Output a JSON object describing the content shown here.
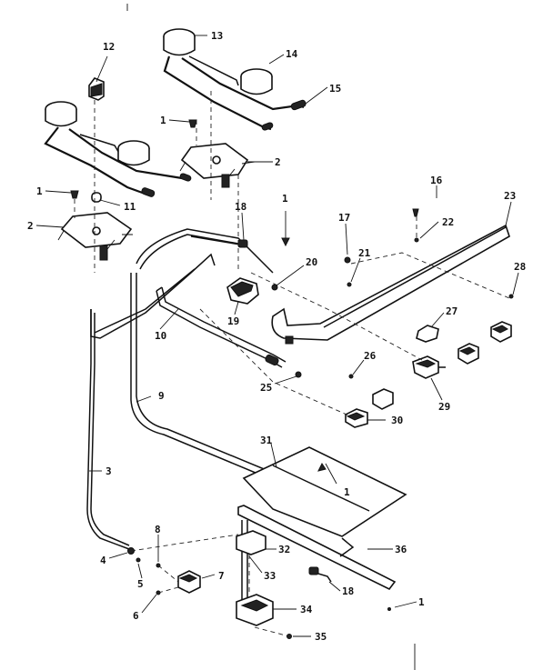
{
  "diagram": {
    "callouts": [
      {
        "id": "c13",
        "number": "13"
      },
      {
        "id": "c14",
        "number": "14"
      },
      {
        "id": "c15",
        "number": "15"
      },
      {
        "id": "c12",
        "number": "12"
      },
      {
        "id": "c1a",
        "number": "1"
      },
      {
        "id": "c2a",
        "number": "2"
      },
      {
        "id": "c1b",
        "number": "1"
      },
      {
        "id": "c11",
        "number": "11"
      },
      {
        "id": "c2b",
        "number": "2"
      },
      {
        "id": "c18a",
        "number": "18"
      },
      {
        "id": "c1c",
        "number": "1"
      },
      {
        "id": "c16",
        "number": "16"
      },
      {
        "id": "c23",
        "number": "23"
      },
      {
        "id": "c17",
        "number": "17"
      },
      {
        "id": "c22",
        "number": "22"
      },
      {
        "id": "c21",
        "number": "21"
      },
      {
        "id": "c20",
        "number": "20"
      },
      {
        "id": "c28",
        "number": "28"
      },
      {
        "id": "c19",
        "number": "19"
      },
      {
        "id": "c10",
        "number": "10"
      },
      {
        "id": "c27",
        "number": "27"
      },
      {
        "id": "c26",
        "number": "26"
      },
      {
        "id": "c25",
        "number": "25"
      },
      {
        "id": "c29",
        "number": "29"
      },
      {
        "id": "c9",
        "number": "9"
      },
      {
        "id": "c30",
        "number": "30"
      },
      {
        "id": "c31",
        "number": "31"
      },
      {
        "id": "c1d",
        "number": "1"
      },
      {
        "id": "c3",
        "number": "3"
      },
      {
        "id": "c8",
        "number": "8"
      },
      {
        "id": "c4",
        "number": "4"
      },
      {
        "id": "c5",
        "number": "5"
      },
      {
        "id": "c7",
        "number": "7"
      },
      {
        "id": "c6",
        "number": "6"
      },
      {
        "id": "c32",
        "number": "32"
      },
      {
        "id": "c33",
        "number": "33"
      },
      {
        "id": "c36",
        "number": "36"
      },
      {
        "id": "c18b",
        "number": "18"
      },
      {
        "id": "c34",
        "number": "34"
      },
      {
        "id": "c1e",
        "number": "1"
      },
      {
        "id": "c35",
        "number": "35"
      }
    ]
  }
}
